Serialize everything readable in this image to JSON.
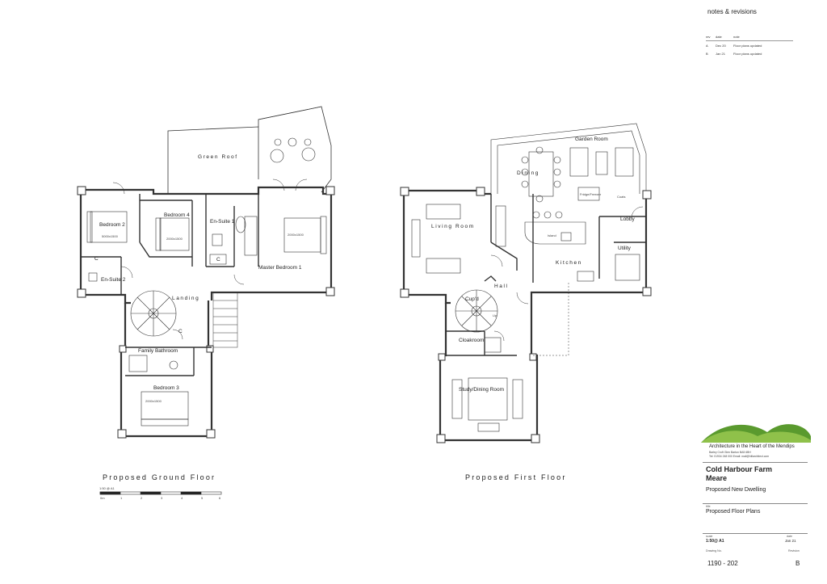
{
  "notes": {
    "title": "notes & revisions",
    "columns": [
      "rev",
      "date",
      "note"
    ],
    "rows": [
      {
        "rev": "A",
        "date": "Dec 20",
        "note": "Floor plans updated"
      },
      {
        "rev": "B",
        "date": "Jan 21",
        "note": "Floor plans updated"
      }
    ]
  },
  "ground_floor": {
    "title": "Proposed Ground Floor",
    "rooms": {
      "green_roof": "Green Roof",
      "bedroom2": "Bedroom 2",
      "bedroom2_size": "5000x1500",
      "bedroom4": "Bedroom 4",
      "bedroom4_size": "2000x1500",
      "ensuite1": "En-Suite 1",
      "master": "Master Bedroom 1",
      "master_size": "2000x1500",
      "ensuite2": "En-Suite 2",
      "landing": "Landing",
      "family_bath": "Family Bathroom",
      "bedroom3": "Bedroom 3",
      "bedroom3_size": "2000x1500",
      "cupboard": "C"
    },
    "scale_caption": "1:50 @ A1",
    "scale_ticks": [
      "0m",
      "1",
      "2",
      "3",
      "4",
      "5",
      "6"
    ]
  },
  "first_floor": {
    "title": "Proposed First Floor",
    "rooms": {
      "garden_room": "Garden Room",
      "dining": "Dining",
      "fridge": "Fridge/Freezer",
      "coats": "Coats",
      "living": "Living Room",
      "island": "Island",
      "lobby": "Lobby",
      "utility": "Utility",
      "kitchen": "Kitchen",
      "hall": "Hall",
      "cupd": "Cup'd",
      "up": "Up",
      "cloakroom": "Cloakroom",
      "study": "Study/Dining Room"
    }
  },
  "brand": {
    "tagline": "Architecture in the Heart of the Mendips",
    "address": "Barley Croft Glen Barton BA5 6BH",
    "contact": "Tel: 01934 248 000   Email: mail@hillarchitect.com",
    "colors": {
      "hill_light": "#8fc14a",
      "hill_dark": "#5a9a2e"
    }
  },
  "project": {
    "name_line1": "Cold Harbour Farm",
    "name_line2": "Meare",
    "description": "Proposed New Dwelling",
    "title_label": "title",
    "title": "Proposed Floor Plans",
    "scale_label": "scale",
    "scale": "1:50@ A1",
    "date_label": "date",
    "date": "Jan 21",
    "drawing_label": "Drawing No.",
    "drawing_no": "1190 - 202",
    "revision_label": "Revision",
    "revision": "B"
  }
}
